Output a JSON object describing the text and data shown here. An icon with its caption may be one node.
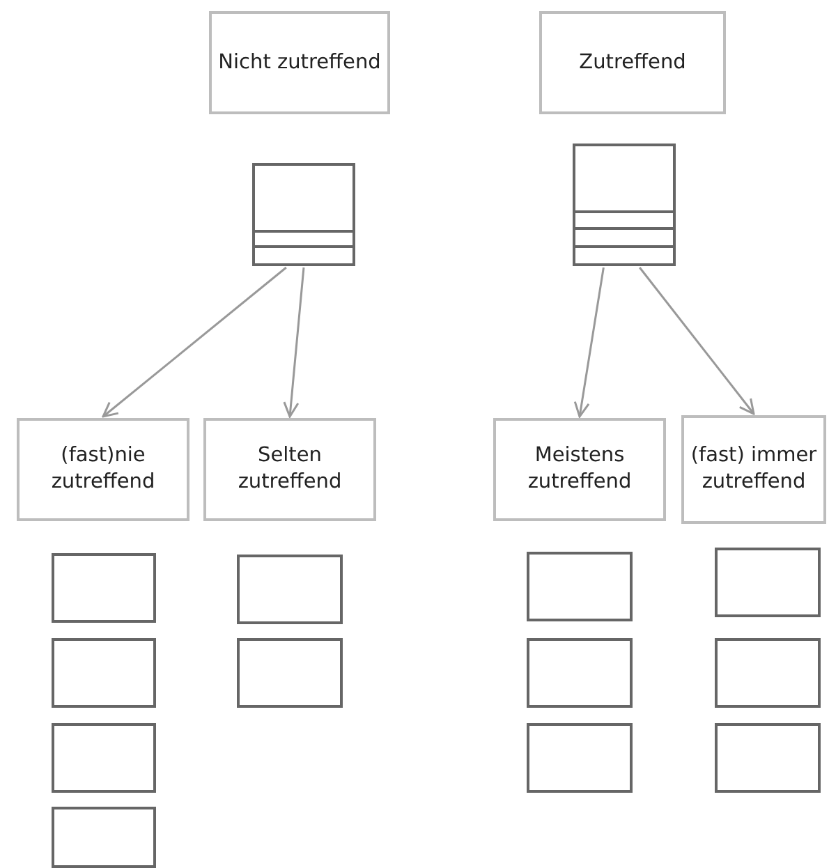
{
  "diagram": {
    "nodes": [
      {
        "text": [
          "Nicht zutreffend"
        ]
      },
      {
        "text": [
          "Zutreffend"
        ]
      },
      {
        "text": [],
        "shape": "box"
      },
      {
        "text": [],
        "shape": "box"
      },
      {
        "text": [
          "(fast)nie zutreffend"
        ]
      },
      {
        "text": [
          "Selten zutreffend"
        ]
      },
      {
        "text": [
          "Meistens zutreffend"
        ]
      },
      {
        "text": [
          "(fast) immer zutreffend"
        ]
      },
      {
        "text": [],
        "shape": "box"
      },
      {
        "text": [],
        "shape": "box"
      },
      {
        "text": [],
        "shape": "box"
      },
      {
        "text": [],
        "shape": "box"
      },
      {
        "text": [],
        "shape": "box"
      },
      {
        "text": [],
        "shape": "box"
      },
      {
        "text": [],
        "shape": "box"
      },
      {
        "text": [],
        "shape": "box"
      },
      {
        "text": [],
        "shape": "box"
      },
      {
        "text": [],
        "shape": "box"
      },
      {
        "text": [],
        "shape": "box"
      },
      {
        "text": [],
        "shape": "box"
      }
    ],
    "edges": [
      {
        "from": 2,
        "to": 4,
        "arrow": "to"
      },
      {
        "from": 2,
        "to": 5,
        "arrow": "to"
      },
      {
        "from": 3,
        "to": 6,
        "arrow": "to"
      },
      {
        "from": 3,
        "to": 7,
        "arrow": "to"
      }
    ]
  }
}
